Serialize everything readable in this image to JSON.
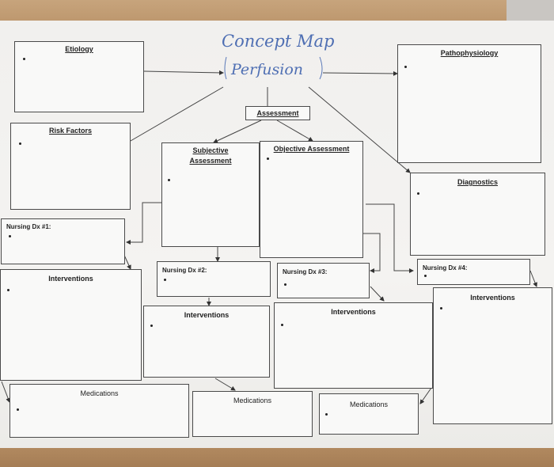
{
  "title_handwritten": "Concept Map",
  "topic_handwritten": "Perfusion",
  "boxes": {
    "etiology": "Etiology",
    "pathophysiology": "Pathophysiology",
    "risk_factors": "Risk Factors",
    "assessment": "Assessment",
    "subjective_line1": "Subjective",
    "subjective_line2": "Assessment",
    "objective": "Objective Assessment",
    "diagnostics": "Diagnostics",
    "nursing_dx_1": "Nursing Dx #1:",
    "nursing_dx_2": "Nursing Dx #2:",
    "nursing_dx_3": "Nursing Dx #3:",
    "nursing_dx_4": "Nursing Dx #4:",
    "interventions": "Interventions",
    "medications": "Medications"
  },
  "colors": {
    "ink": "#1f1f1f",
    "handwriting": "#4f6fb3",
    "paper": "#f4f3f1"
  }
}
